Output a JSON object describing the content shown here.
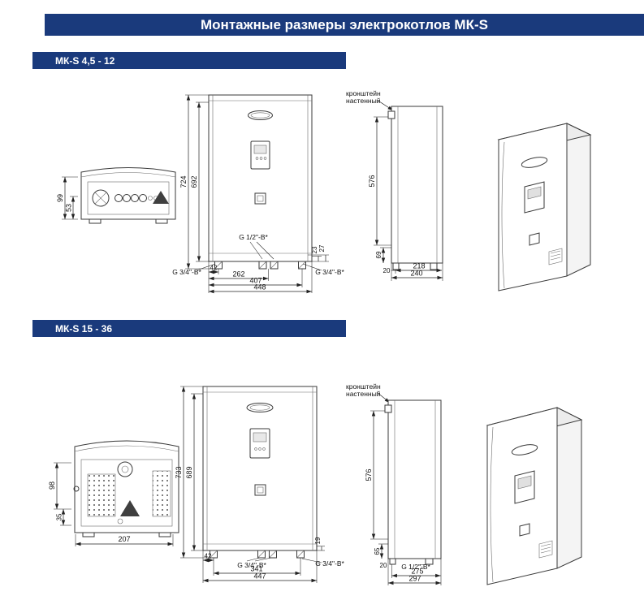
{
  "page": {
    "title": "Монтажные размеры электрокотлов МК-S"
  },
  "labels": {
    "bracket_line1": "кронштейн",
    "bracket_line2": "настенный"
  },
  "sections": [
    {
      "title": "МК-S 4,5 - 12",
      "top_view": {
        "dim_99": "99",
        "dim_53": "53"
      },
      "front_view": {
        "dim_724": "724",
        "dim_692": "692",
        "fitting_mid": "G 1/2\"-B*",
        "fitting_left": "G 3/4\"-B*",
        "fitting_right": "G 3/4\"-B*",
        "dim_42": "42",
        "dim_262": "262",
        "dim_407": "407",
        "dim_448": "448",
        "dim_23": "23",
        "dim_27": "27"
      },
      "side_view": {
        "dim_576": "576",
        "dim_69": "69",
        "dim_20": "20",
        "dim_218": "218",
        "dim_240": "240"
      }
    },
    {
      "title": "МК-S 15 - 36",
      "top_view": {
        "dim_98": "98",
        "dim_35": "35",
        "dim_207": "207"
      },
      "front_view": {
        "dim_733": "733",
        "dim_689": "689",
        "dim_42": "42",
        "fitting_mid": "G 3/4\"-B*",
        "fitting_right": "G 3/4\"-B*",
        "dim_341": "341",
        "dim_447": "447",
        "dim_19": "19"
      },
      "side_view": {
        "dim_576": "576",
        "dim_65": "65",
        "dim_20": "20",
        "fitting_mid": "G 1/2\"-B*",
        "dim_275": "275",
        "dim_297": "297"
      }
    }
  ]
}
